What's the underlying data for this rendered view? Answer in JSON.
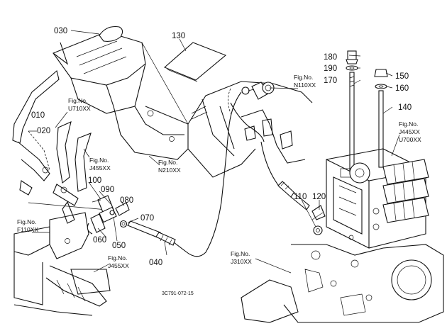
{
  "callouts": [
    {
      "id": "c030",
      "text": "030"
    },
    {
      "id": "c130",
      "text": "130"
    },
    {
      "id": "c180",
      "text": "180"
    },
    {
      "id": "c190",
      "text": "190"
    },
    {
      "id": "c170",
      "text": "170"
    },
    {
      "id": "c150",
      "text": "150"
    },
    {
      "id": "c160",
      "text": "160"
    },
    {
      "id": "c140",
      "text": "140"
    },
    {
      "id": "c010",
      "text": "010"
    },
    {
      "id": "c020",
      "text": "020"
    },
    {
      "id": "c100",
      "text": "100"
    },
    {
      "id": "c090",
      "text": "090"
    },
    {
      "id": "c080",
      "text": "080"
    },
    {
      "id": "c070",
      "text": "070"
    },
    {
      "id": "c060",
      "text": "060"
    },
    {
      "id": "c050",
      "text": "050"
    },
    {
      "id": "c040",
      "text": "040"
    },
    {
      "id": "c110",
      "text": "110"
    },
    {
      "id": "c120",
      "text": "120"
    }
  ],
  "fig_refs": [
    {
      "id": "u710",
      "line1": "Fig.No.",
      "line2": "U710XX"
    },
    {
      "id": "n110",
      "line1": "Fig.No.",
      "line2": "N110XX"
    },
    {
      "id": "j445",
      "line1": "Fig.No.",
      "line2": "J445XX",
      "line3": "U700XX"
    },
    {
      "id": "j455a",
      "line1": "Fig.No.",
      "line2": "J455XX"
    },
    {
      "id": "n210",
      "line1": "Fig.No.",
      "line2": "N210XX"
    },
    {
      "id": "f110",
      "line1": "Fig.No.",
      "line2": "F110XX"
    },
    {
      "id": "j455b",
      "line1": "Fig.No.",
      "line2": "J455XX"
    },
    {
      "id": "j310",
      "line1": "Fig.No.",
      "line2": "J310XX"
    }
  ],
  "drawing_code": "3C791-072-15"
}
